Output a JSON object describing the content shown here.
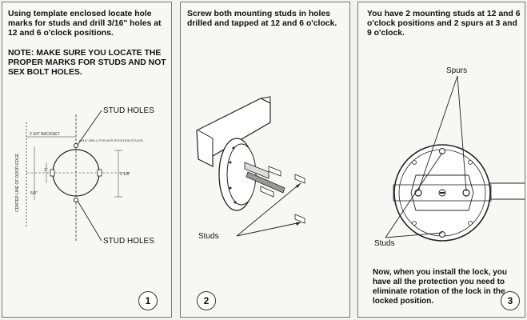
{
  "panel1": {
    "instruction": "Using template enclosed locate hole marks for studs and drill 3/16\" holes at 12 and 6 o'clock positions.",
    "note": "NOTE: MAKE SURE YOU LOCATE THE PROPER MARKS FOR STUDS AND NOT SEX BOLT HOLES.",
    "label_top": "STUD HOLES",
    "label_bottom": "STUD HOLES",
    "step": "1",
    "template_small_texts": {
      "backset": "2 3/4\" BACKSET",
      "drill_note": "(3/16\" DRILL FOR ANTI-ROTATION STUDS)",
      "dim_left": "5/8\"",
      "dim_mid": "1\"",
      "dim_right": "2 1/8\"",
      "vertical_text": "CENTER LINE OF DOOR EDGE"
    }
  },
  "panel2": {
    "instruction": "Screw both mounting studs in holes drilled and tapped at 12 and 6 o'clock.",
    "label_studs": "Studs",
    "step": "2"
  },
  "panel3": {
    "instruction": "You have 2 mounting studs at 12 and 6 o'clock positions and 2 spurs at 3 and 9 o'clock.",
    "label_spurs": "Spurs",
    "label_studs": "Studs",
    "closing": "Now, when you install the lock, you have all the protection you need to eliminate rotation of the lock in the locked position.",
    "step": "3"
  }
}
